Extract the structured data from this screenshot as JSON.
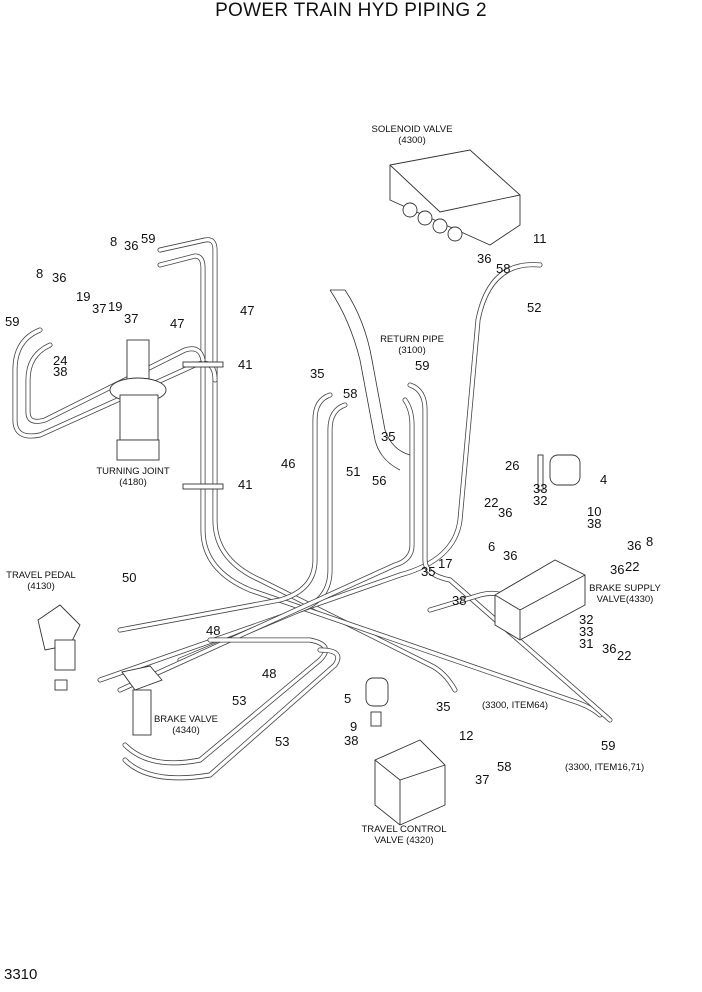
{
  "title": "POWER TRAIN HYD PIPING 2",
  "page_number": "3310",
  "components": {
    "solenoid_valve": [
      "SOLENOID VALVE",
      "(4300)"
    ],
    "return_pipe": [
      "RETURN PIPE",
      "(3100)"
    ],
    "turning_joint": [
      "TURNING JOINT",
      "(4180)"
    ],
    "brake_supply_valve": [
      "BRAKE SUPPLY",
      "VALVE(4330)"
    ],
    "travel_pedal": [
      "TRAVEL PEDAL",
      "(4130)"
    ],
    "brake_valve": [
      "BRAKE VALVE",
      "(4340)"
    ],
    "travel_control_valve": [
      "TRAVEL CONTROL",
      "VALVE (4320)"
    ],
    "ref_item64": "(3300, ITEM64)",
    "ref_item16_71": "(3300, ITEM16,71)"
  },
  "callouts": [
    "11",
    "36",
    "58",
    "52",
    "8",
    "36",
    "59",
    "8",
    "36",
    "19",
    "59",
    "37",
    "19",
    "37",
    "47",
    "47",
    "41",
    "24",
    "38",
    "41",
    "35",
    "59",
    "58",
    "35",
    "46",
    "51",
    "56",
    "26",
    "4",
    "33",
    "32",
    "22",
    "36",
    "10",
    "38",
    "8",
    "36",
    "6",
    "36",
    "22",
    "36",
    "17",
    "35",
    "38",
    "32",
    "33",
    "31",
    "36",
    "22",
    "50",
    "48",
    "48",
    "53",
    "53",
    "5",
    "9",
    "38",
    "35",
    "12",
    "58",
    "37",
    "59"
  ]
}
